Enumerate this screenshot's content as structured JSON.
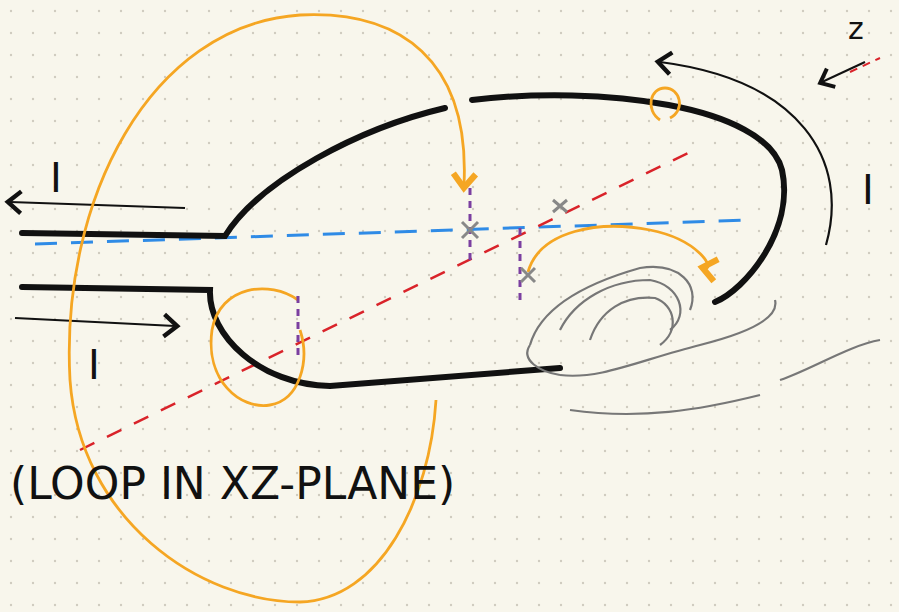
{
  "diagram": {
    "caption": "(LOOP IN XZ-PLANE)",
    "labels": [
      "I",
      "I",
      "I",
      "z"
    ]
  }
}
